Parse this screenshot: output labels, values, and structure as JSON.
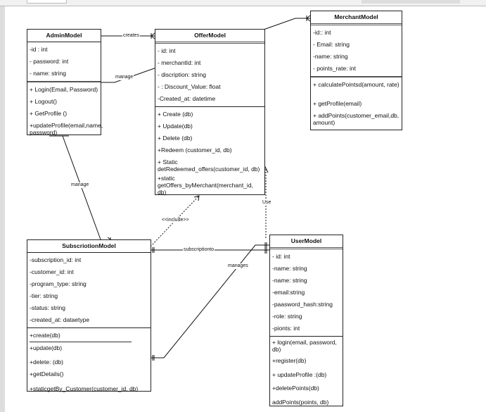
{
  "classes": {
    "admin": {
      "name": "AdminModel",
      "attributes": [
        "-id : int",
        "-  password: int",
        "- name: string"
      ],
      "methods": [
        "+ Login(Email, Password)",
        "+ Logout()",
        "+ GetProfile ()",
        "+updateProfile(email,name, password)"
      ]
    },
    "offer": {
      "name": "OfferModel",
      "attributes": [
        "- id: int",
        "- merchantId: int",
        "- discription: string",
        "- : Discount_Value: float",
        "-Created_at: datetime"
      ],
      "methods": [
        "+ Create (db)",
        "+ Update(db)",
        "+ Delete (db)",
        "+Redeem (customer_id, db)",
        "+ Static detRedeemed_offers(customer_id, db)",
        "+static getOffers_byMerchant(merchant_id, db)"
      ]
    },
    "merchant": {
      "name": "MerchantModel",
      "attributes": [
        "-id:: int",
        "- Email: string",
        "-name: string",
        "- points_rate: int"
      ],
      "methods": [
        "+ calculatePointsd(amount, rate)",
        "+ getProfile(email)",
        "+ addPoints(customer_email,db, amount)"
      ]
    },
    "subscription": {
      "name": "SubscriotionModel",
      "attributes": [
        "-subscription_id: int",
        "-customer_id: int",
        "-program_type: string",
        "-tier: string",
        "-status: string",
        "-created_at: dataetype"
      ],
      "methods": [
        "+create(db)",
        "+update(db)",
        "+delete: (db)",
        "+getDetails()",
        "+staticgetBy_Customer(customer_id, db)"
      ]
    },
    "user": {
      "name": "UserModel",
      "attributes": [
        "- id:  int",
        "-name: string",
        "-name: string",
        "-email:string",
        "-paasword_hash:string",
        "-role: string",
        "-pionts: int"
      ],
      "methods": [
        "+ login(email, password, db)",
        "+register(db)",
        "+ updateProfile :(db)",
        "+deletePoints(db)",
        "addPoints(points, db)"
      ]
    }
  },
  "relations": {
    "creates": "creates",
    "manage_merchant": "manage",
    "manage_subscription": "manage",
    "include": "<<include>>",
    "use": "Use",
    "subscriptionto": "subscriptionto",
    "manages": "manages"
  }
}
